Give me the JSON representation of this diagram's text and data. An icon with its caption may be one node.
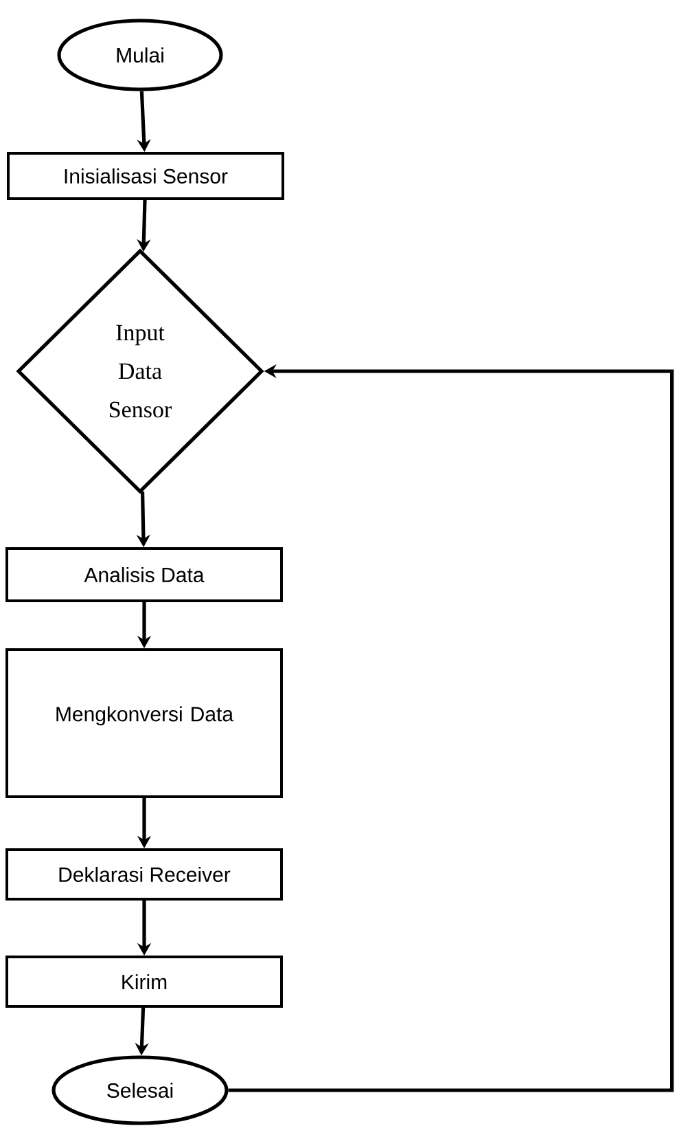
{
  "diagram": {
    "nodes": [
      {
        "text": [
          "Mulai"
        ]
      },
      {
        "text": [
          "Inisialisasi Sensor"
        ]
      },
      {
        "text": [
          "Input Data Sensor"
        ]
      },
      {
        "text": [
          "Analisis Data"
        ]
      },
      {
        "text": [
          "Mengkonversi Data"
        ]
      },
      {
        "text": [
          "Deklarasi Receiver"
        ]
      },
      {
        "text": [
          "Kirim"
        ]
      },
      {
        "text": [
          "Selesai"
        ]
      }
    ],
    "edges": [
      {
        "from": 0,
        "to": 1,
        "arrow": "to"
      },
      {
        "from": 1,
        "to": 2,
        "arrow": "to"
      },
      {
        "from": 2,
        "to": 3,
        "arrow": "to"
      },
      {
        "from": 3,
        "to": 4,
        "arrow": "to"
      },
      {
        "from": 4,
        "to": 5,
        "arrow": "to"
      },
      {
        "from": 5,
        "to": 6,
        "arrow": "to"
      },
      {
        "from": 6,
        "to": 7,
        "arrow": "to"
      },
      {
        "from": 7,
        "to": 2,
        "arrow": "to"
      }
    ]
  }
}
